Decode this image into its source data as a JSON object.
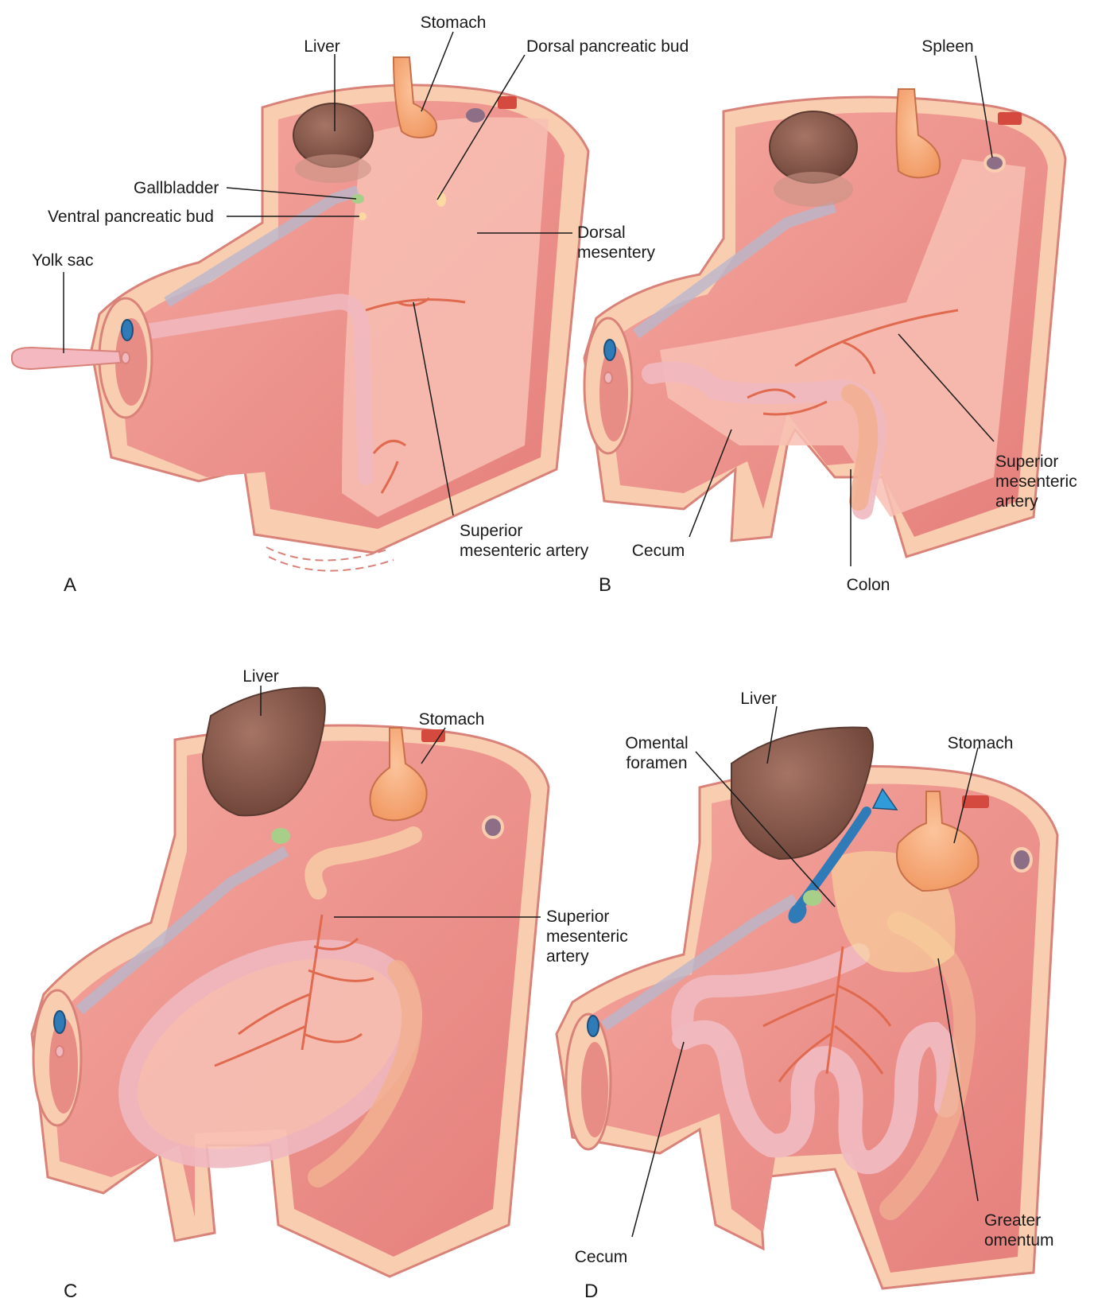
{
  "panels": [
    {
      "letter": "A",
      "labels": {
        "stomach": "Stomach",
        "liver": "Liver",
        "dorsal_pancreatic_bud": "Dorsal pancreatic bud",
        "gallbladder": "Gallbladder",
        "ventral_pancreatic_bud": "Ventral pancreatic bud",
        "yolk_sac": "Yolk sac",
        "dorsal_mesentery_1": "Dorsal",
        "dorsal_mesentery_2": "mesentery",
        "sma_1": "Superior",
        "sma_2": "mesenteric artery"
      }
    },
    {
      "letter": "B",
      "labels": {
        "spleen": "Spleen",
        "sma_1": "Superior",
        "sma_2": "mesenteric",
        "sma_3": "artery",
        "cecum": "Cecum",
        "colon": "Colon"
      }
    },
    {
      "letter": "C",
      "labels": {
        "liver": "Liver",
        "stomach": "Stomach",
        "sma_1": "Superior",
        "sma_2": "mesenteric",
        "sma_3": "artery"
      }
    },
    {
      "letter": "D",
      "labels": {
        "liver": "Liver",
        "omental_foramen_1": "Omental",
        "omental_foramen_2": "foramen",
        "stomach": "Stomach",
        "greater_omentum_1": "Greater",
        "greater_omentum_2": "omentum",
        "cecum": "Cecum"
      }
    }
  ],
  "colors": {
    "wall_outer": "#f9cdb0",
    "wall_stroke": "#d9827a",
    "cavity": "#ec8f8a",
    "cavity_light": "#f6b4a8",
    "mesentery": "#f8c0b4",
    "liver": "#8a5a4c",
    "stomach": "#f7a873",
    "spleen": "#8c6f86",
    "vessel_blue": "#2f7bb8",
    "artery": "#e06a4f",
    "gut_tube": "#f0b9c0",
    "gallbladder": "#a8cf8a",
    "leader": "#1a1a1a"
  }
}
